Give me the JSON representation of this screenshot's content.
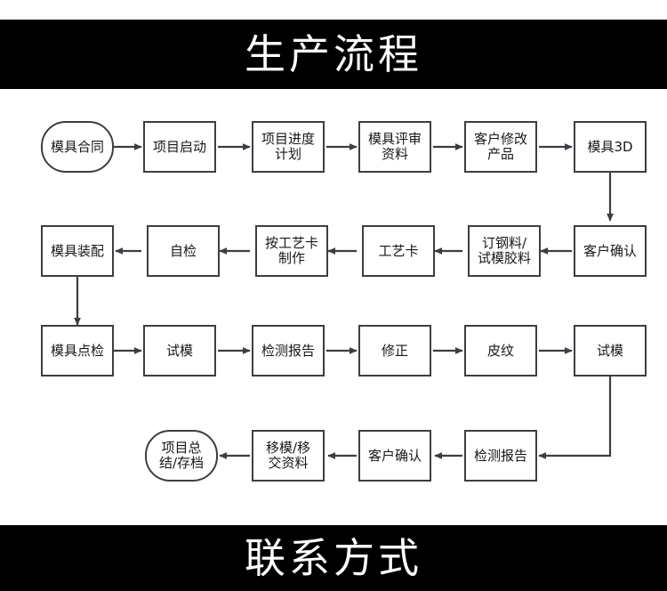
{
  "banners": {
    "top": {
      "text": "生产流程",
      "bg": "#000000",
      "fg": "#ffffff"
    },
    "bottom": {
      "text": "联系方式",
      "bg": "#000000",
      "fg": "#ffffff"
    }
  },
  "chart_data": {
    "type": "diagram",
    "title": "生产流程",
    "subtitle": "联系方式",
    "stroke_color": "#3a3f45",
    "node_fill": "#ffffff",
    "rows": [
      {
        "index": 1,
        "direction": "left-to-right",
        "nodes": [
          {
            "id": "n1",
            "label": "模具合同",
            "shape": "stadium"
          },
          {
            "id": "n2",
            "label": "项目启动",
            "shape": "rect"
          },
          {
            "id": "n3",
            "label": "项目进度\n计划",
            "shape": "rect"
          },
          {
            "id": "n4",
            "label": "模具评审\n资料",
            "shape": "rect"
          },
          {
            "id": "n5",
            "label": "客户修改\n产品",
            "shape": "rect"
          },
          {
            "id": "n6",
            "label": "模具3D",
            "shape": "rect"
          }
        ]
      },
      {
        "index": 2,
        "direction": "right-to-left",
        "nodes": [
          {
            "id": "n12",
            "label": "模具装配",
            "shape": "rect"
          },
          {
            "id": "n11",
            "label": "自检",
            "shape": "rect"
          },
          {
            "id": "n10",
            "label": "按工艺卡\n制作",
            "shape": "rect"
          },
          {
            "id": "n9",
            "label": "工艺卡",
            "shape": "rect"
          },
          {
            "id": "n8",
            "label": "订钢料/\n试模胶料",
            "shape": "rect"
          },
          {
            "id": "n7",
            "label": "客户确认",
            "shape": "rect"
          }
        ]
      },
      {
        "index": 3,
        "direction": "left-to-right",
        "nodes": [
          {
            "id": "n13",
            "label": "模具点检",
            "shape": "rect"
          },
          {
            "id": "n14",
            "label": "试模",
            "shape": "rect"
          },
          {
            "id": "n15",
            "label": "检测报告",
            "shape": "rect"
          },
          {
            "id": "n16",
            "label": "修正",
            "shape": "rect"
          },
          {
            "id": "n17",
            "label": "皮纹",
            "shape": "rect"
          },
          {
            "id": "n18",
            "label": "试模",
            "shape": "rect"
          }
        ]
      },
      {
        "index": 4,
        "direction": "right-to-left",
        "nodes": [
          {
            "id": "n22",
            "label": "项目总结/\n结/存档",
            "shape": "stadium"
          },
          {
            "id": "n21",
            "label": "移模/移\n交资料",
            "shape": "rect"
          },
          {
            "id": "n20",
            "label": "客户确认",
            "shape": "rect"
          },
          {
            "id": "n19",
            "label": "检测报告",
            "shape": "rect"
          }
        ]
      }
    ],
    "labels": {
      "n1": "模具合同",
      "n2": "项目启动",
      "n3": "项目进度\n计划",
      "n4": "模具评审\n资料",
      "n5": "客户修改\n产品",
      "n6": "模具3D",
      "n7": "客户确认",
      "n8": "订钢料/\n试模胶料",
      "n9": "工艺卡",
      "n10": "按工艺卡\n制作",
      "n11": "自检",
      "n12": "模具装配",
      "n13": "模具点检",
      "n14": "试模",
      "n15": "检测报告",
      "n16": "修正",
      "n17": "皮纹",
      "n18": "试模",
      "n19": "检测报告",
      "n20": "客户确认",
      "n21": "移模/移\n交资料",
      "n22": "项目总\n结/存档"
    },
    "edges": [
      "n1->n2",
      "n2->n3",
      "n3->n4",
      "n4->n5",
      "n5->n6",
      "n6->n7",
      "n7->n8",
      "n8->n9",
      "n9->n10",
      "n10->n11",
      "n11->n12",
      "n12->n13",
      "n13->n14",
      "n14->n15",
      "n15->n16",
      "n16->n17",
      "n17->n18",
      "n18->n19",
      "n19->n20",
      "n20->n21",
      "n21->n22"
    ]
  }
}
